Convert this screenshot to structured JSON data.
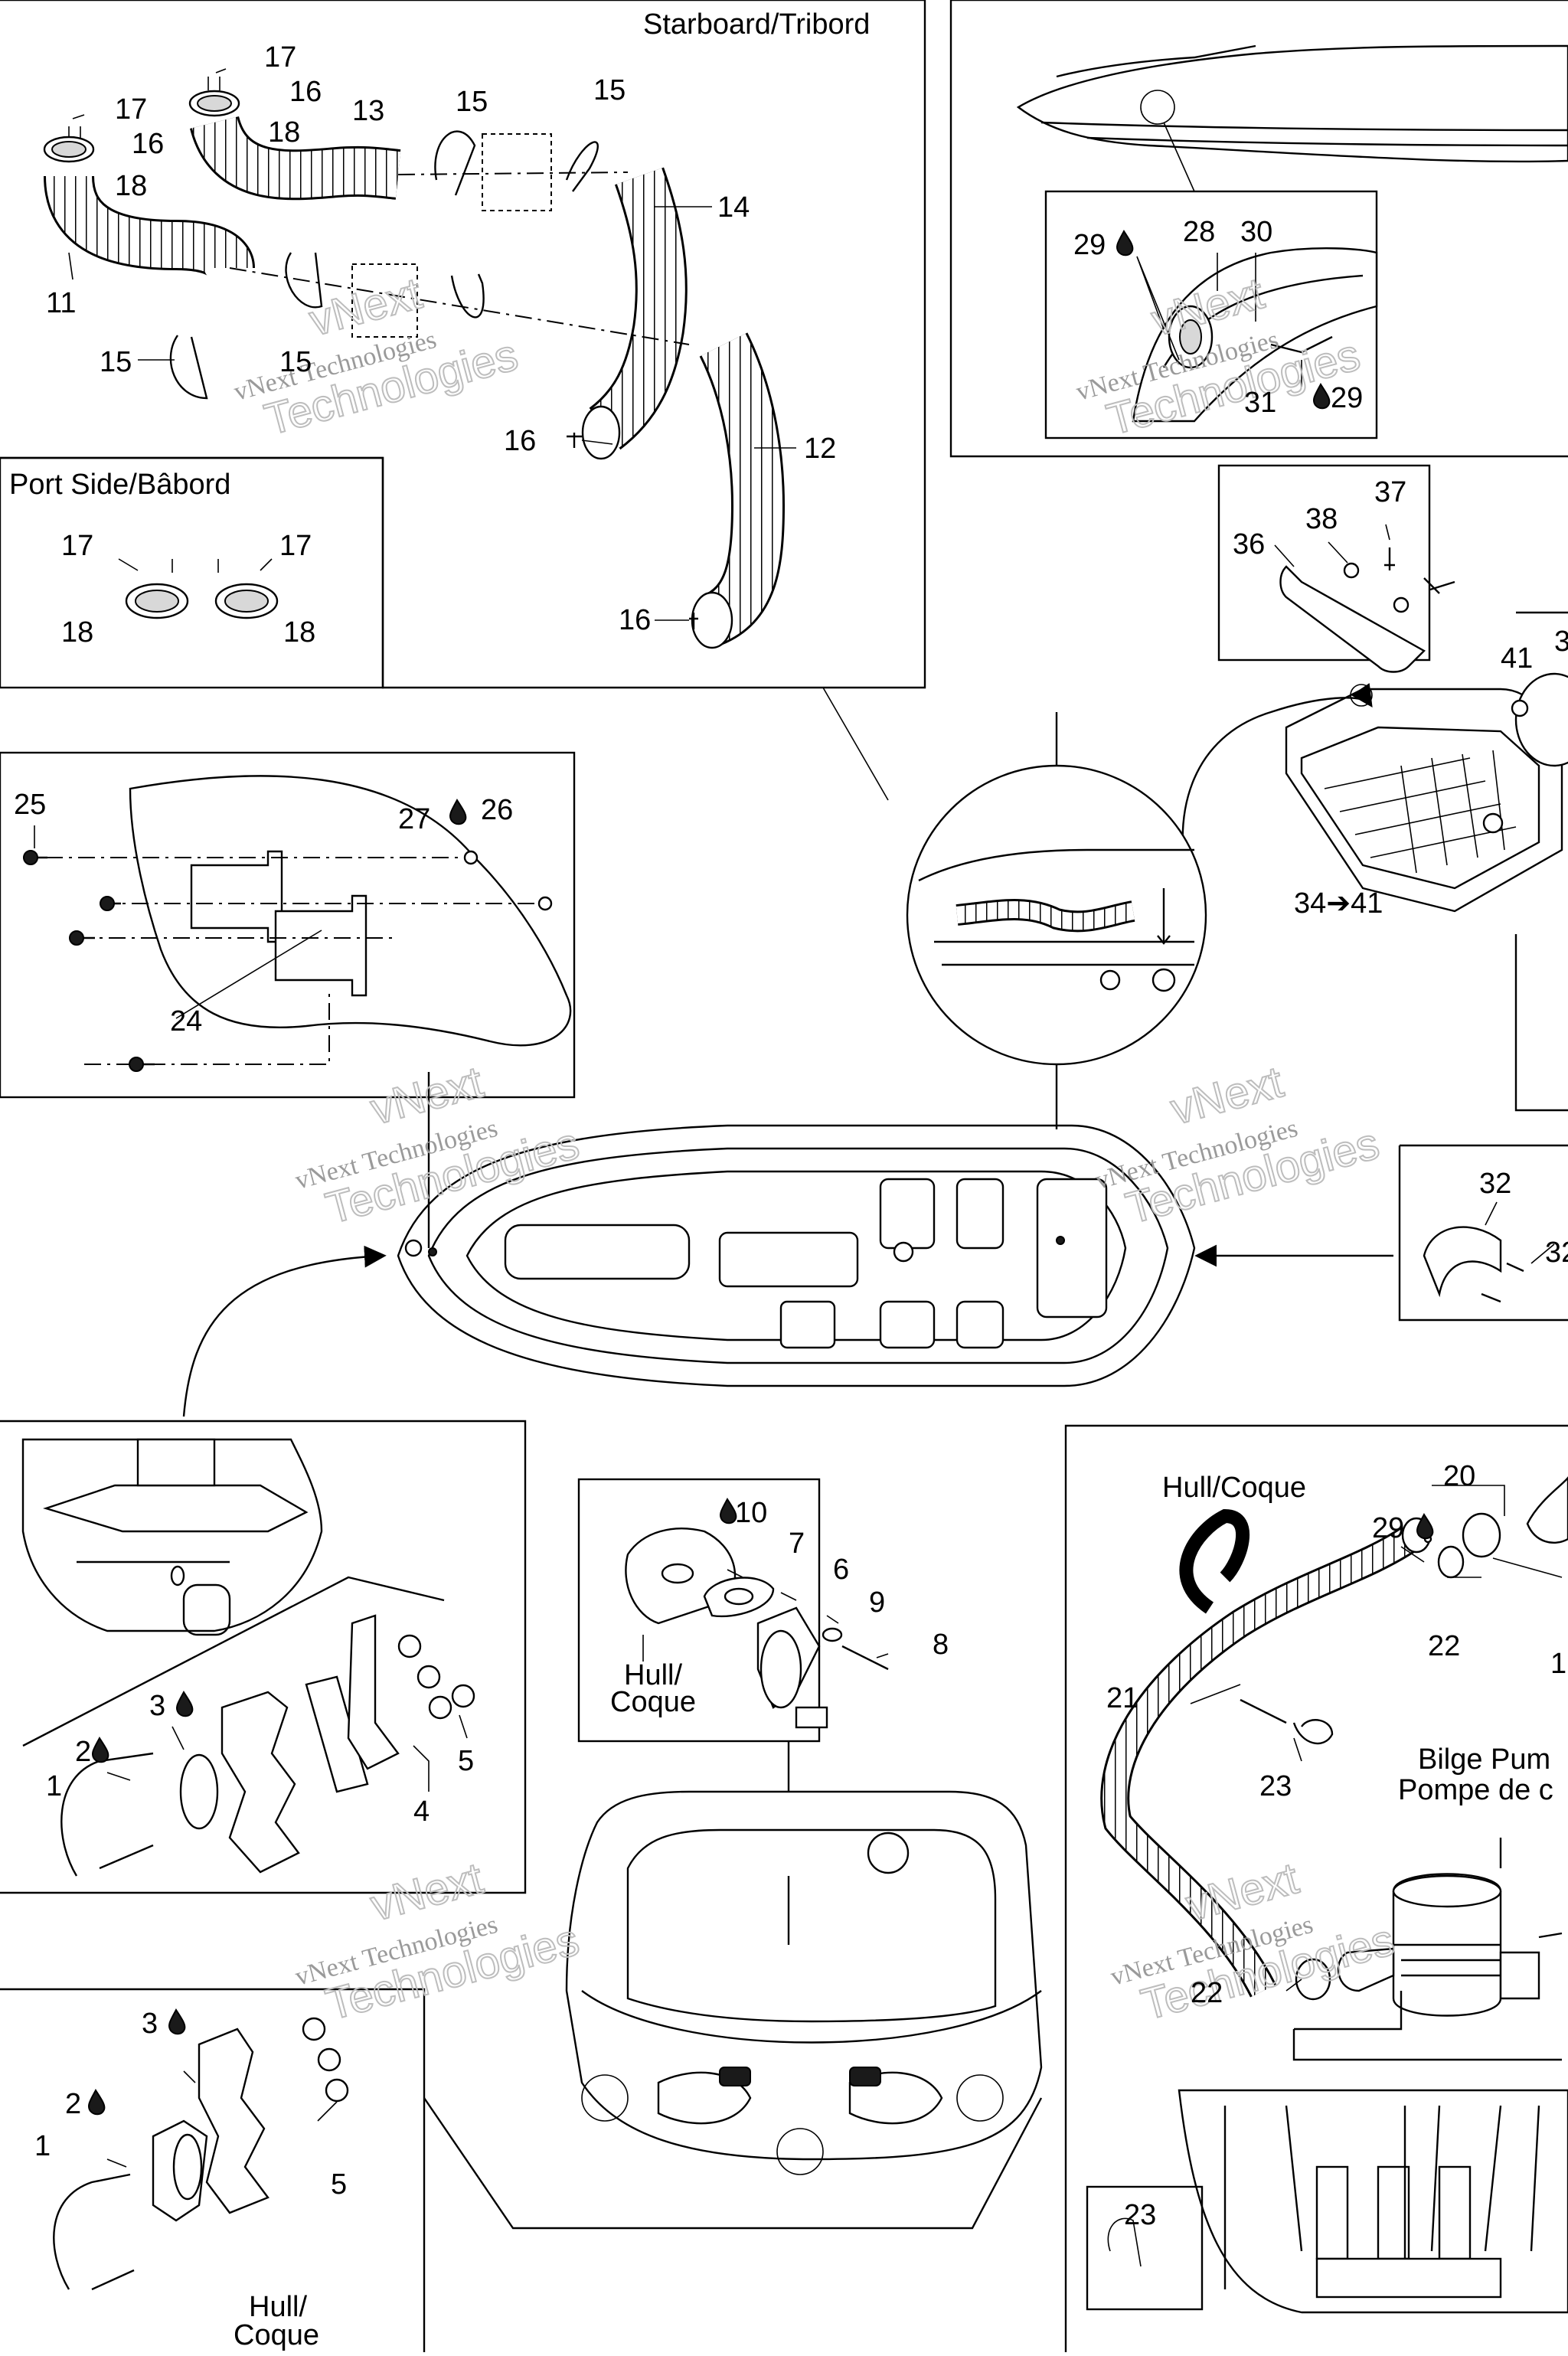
{
  "captions": {
    "starboard": "Starboard/Tribord",
    "port": "Port Side/Bâbord",
    "hull_coque_10": [
      "Hull/",
      "Coque"
    ],
    "hull_coque_bottom": [
      "Hull/",
      "Coque"
    ],
    "hull_coque_pump": "Hull/Coque",
    "bilge_pump": [
      "Bilge Pum",
      "Pompe de c"
    ]
  },
  "callouts": {
    "starboard": [
      "17",
      "16",
      "18",
      "17",
      "16",
      "18",
      "13",
      "15",
      "15",
      "14",
      "11",
      "15",
      "15",
      "16",
      "12",
      "16"
    ],
    "port": [
      "17",
      "17",
      "18",
      "18"
    ],
    "bracket": [
      "25",
      "27",
      "26",
      "24"
    ],
    "engine": [
      "29",
      "28",
      "30",
      "31",
      "29"
    ],
    "handle": [
      "37",
      "38",
      "36"
    ],
    "tray": [
      "41",
      "3",
      "34➔41"
    ],
    "cleat": [
      "32",
      "32"
    ],
    "transom_eye": [
      "3",
      "2",
      "1",
      "5",
      "4"
    ],
    "drain": [
      "10",
      "7",
      "6",
      "9",
      "8"
    ],
    "bottom_eye": [
      "3",
      "2",
      "1",
      "5"
    ],
    "pump": [
      "20",
      "29",
      "22",
      "1",
      "21",
      "23",
      "22",
      "23"
    ]
  },
  "watermark": {
    "line1": "vNext",
    "line2": "vNext Technologies",
    "line3": "Technologies"
  }
}
